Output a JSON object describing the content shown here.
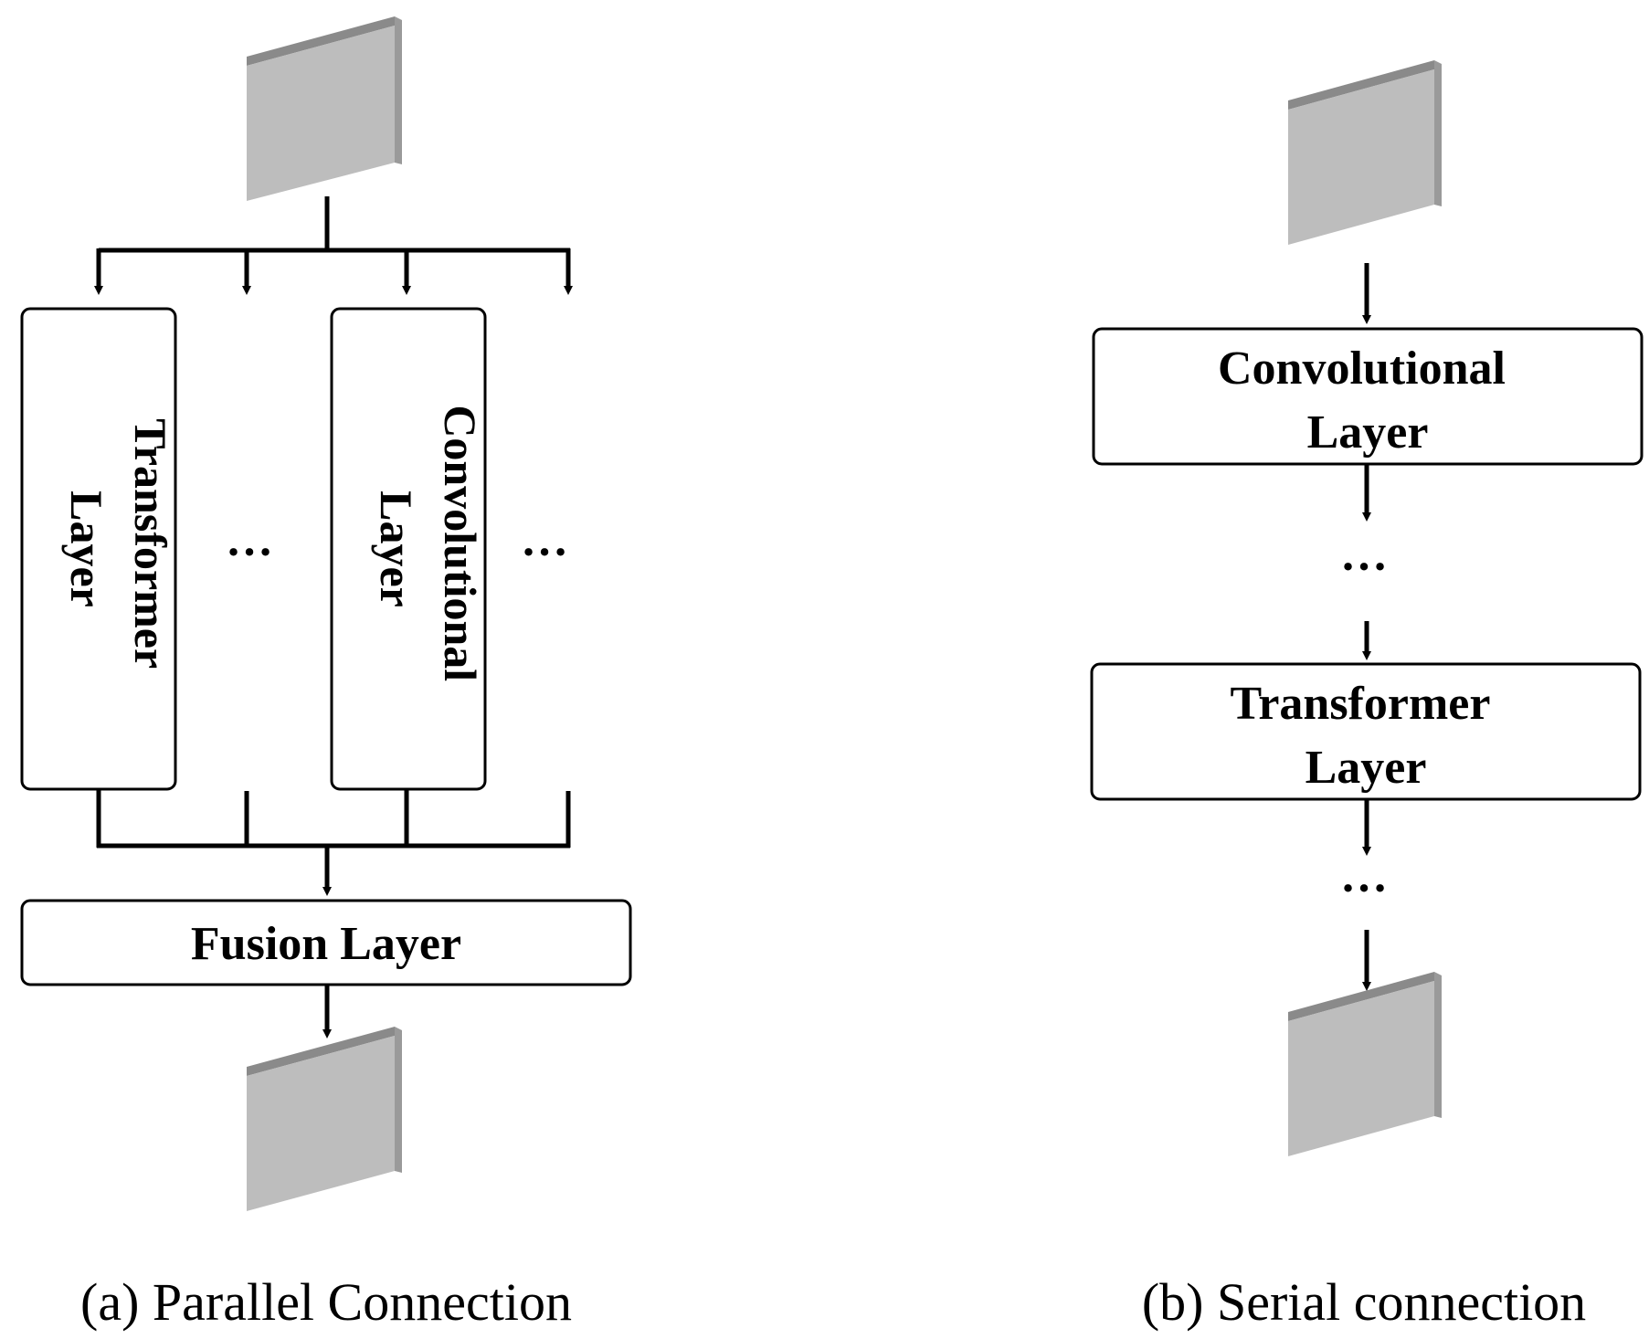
{
  "panel_a": {
    "caption": "(a) Parallel Connection",
    "transformer_layer": {
      "line1": "Transformer",
      "line2": "Layer"
    },
    "convolutional_layer": {
      "line1": "Convolutional",
      "line2": "Layer"
    },
    "ellipsis_1": "…",
    "ellipsis_2": "…",
    "fusion_layer": "Fusion Layer"
  },
  "panel_b": {
    "caption": "(b) Serial connection",
    "convolutional_layer": {
      "line1": "Convolutional",
      "line2": "Layer"
    },
    "transformer_layer": {
      "line1": "Transformer",
      "line2": "Layer"
    },
    "ellipsis_1": "…",
    "ellipsis_2": "…"
  },
  "colors": {
    "feature_map_face": "#bdbdbd",
    "feature_map_edge": "#8a8a8a",
    "stroke": "#000000",
    "background": "#ffffff"
  }
}
